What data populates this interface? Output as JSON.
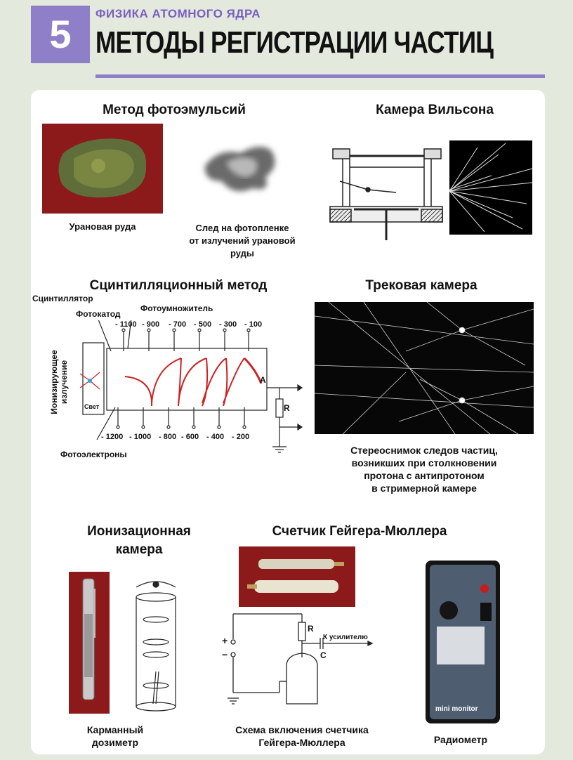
{
  "header": {
    "number": "5",
    "subtitle": "ФИЗИКА АТОМНОГО ЯДРА",
    "title": "МЕТОДЫ РЕГИСТРАЦИИ ЧАСТИЦ"
  },
  "photoemulsion": {
    "heading": "Метод фотоэмульсий",
    "ore_caption": "Урановая руда",
    "trace_caption": [
      "След на фотопленке",
      "от излучений урановой",
      "руды"
    ]
  },
  "wilson": {
    "heading": "Камера Вильсона"
  },
  "scintillation": {
    "heading": "Сцинтилляционный метод",
    "scintillator": "Сцинтиллятор",
    "photocathode": "Фотокатод",
    "pmt": "Фотоумножитель",
    "radiation": [
      "Ионизирующее",
      "излучение"
    ],
    "light": "Свет",
    "photoelectrons": "Фотоэлектроны",
    "top_voltages": [
      "- 1100",
      "- 900",
      "- 700",
      "- 500",
      "- 300",
      "- 100"
    ],
    "bottom_voltages": [
      "- 1200",
      "- 1000",
      "- 800",
      "- 600",
      "- 400",
      "- 200"
    ],
    "resistor": "R",
    "anode": "A"
  },
  "track": {
    "heading": "Трековая камера",
    "caption": [
      "Стереоснимок следов частиц,",
      "возникших при столкновении",
      "протона с антипротоном",
      "в стримерной камере"
    ]
  },
  "ionization": {
    "heading": [
      "Ионизационная",
      "камера"
    ],
    "caption": [
      "Карманный",
      "дозиметр"
    ]
  },
  "geiger": {
    "heading": "Счетчик Гейгера-Мюллера",
    "caption": [
      "Схема включения счетчика",
      "Гейгера-Мюллера"
    ],
    "to_amplifier": "К усилителю",
    "r": "R",
    "c": "C",
    "plus": "+",
    "minus": "−"
  },
  "radiometer": {
    "caption": "Радиометр",
    "brand": "mini monitor"
  },
  "colors": {
    "accent": "#8f7fc9",
    "subtitle": "#7a5fc0",
    "background": "#e3e9dc",
    "ore_bg": "#8c1a1a"
  }
}
